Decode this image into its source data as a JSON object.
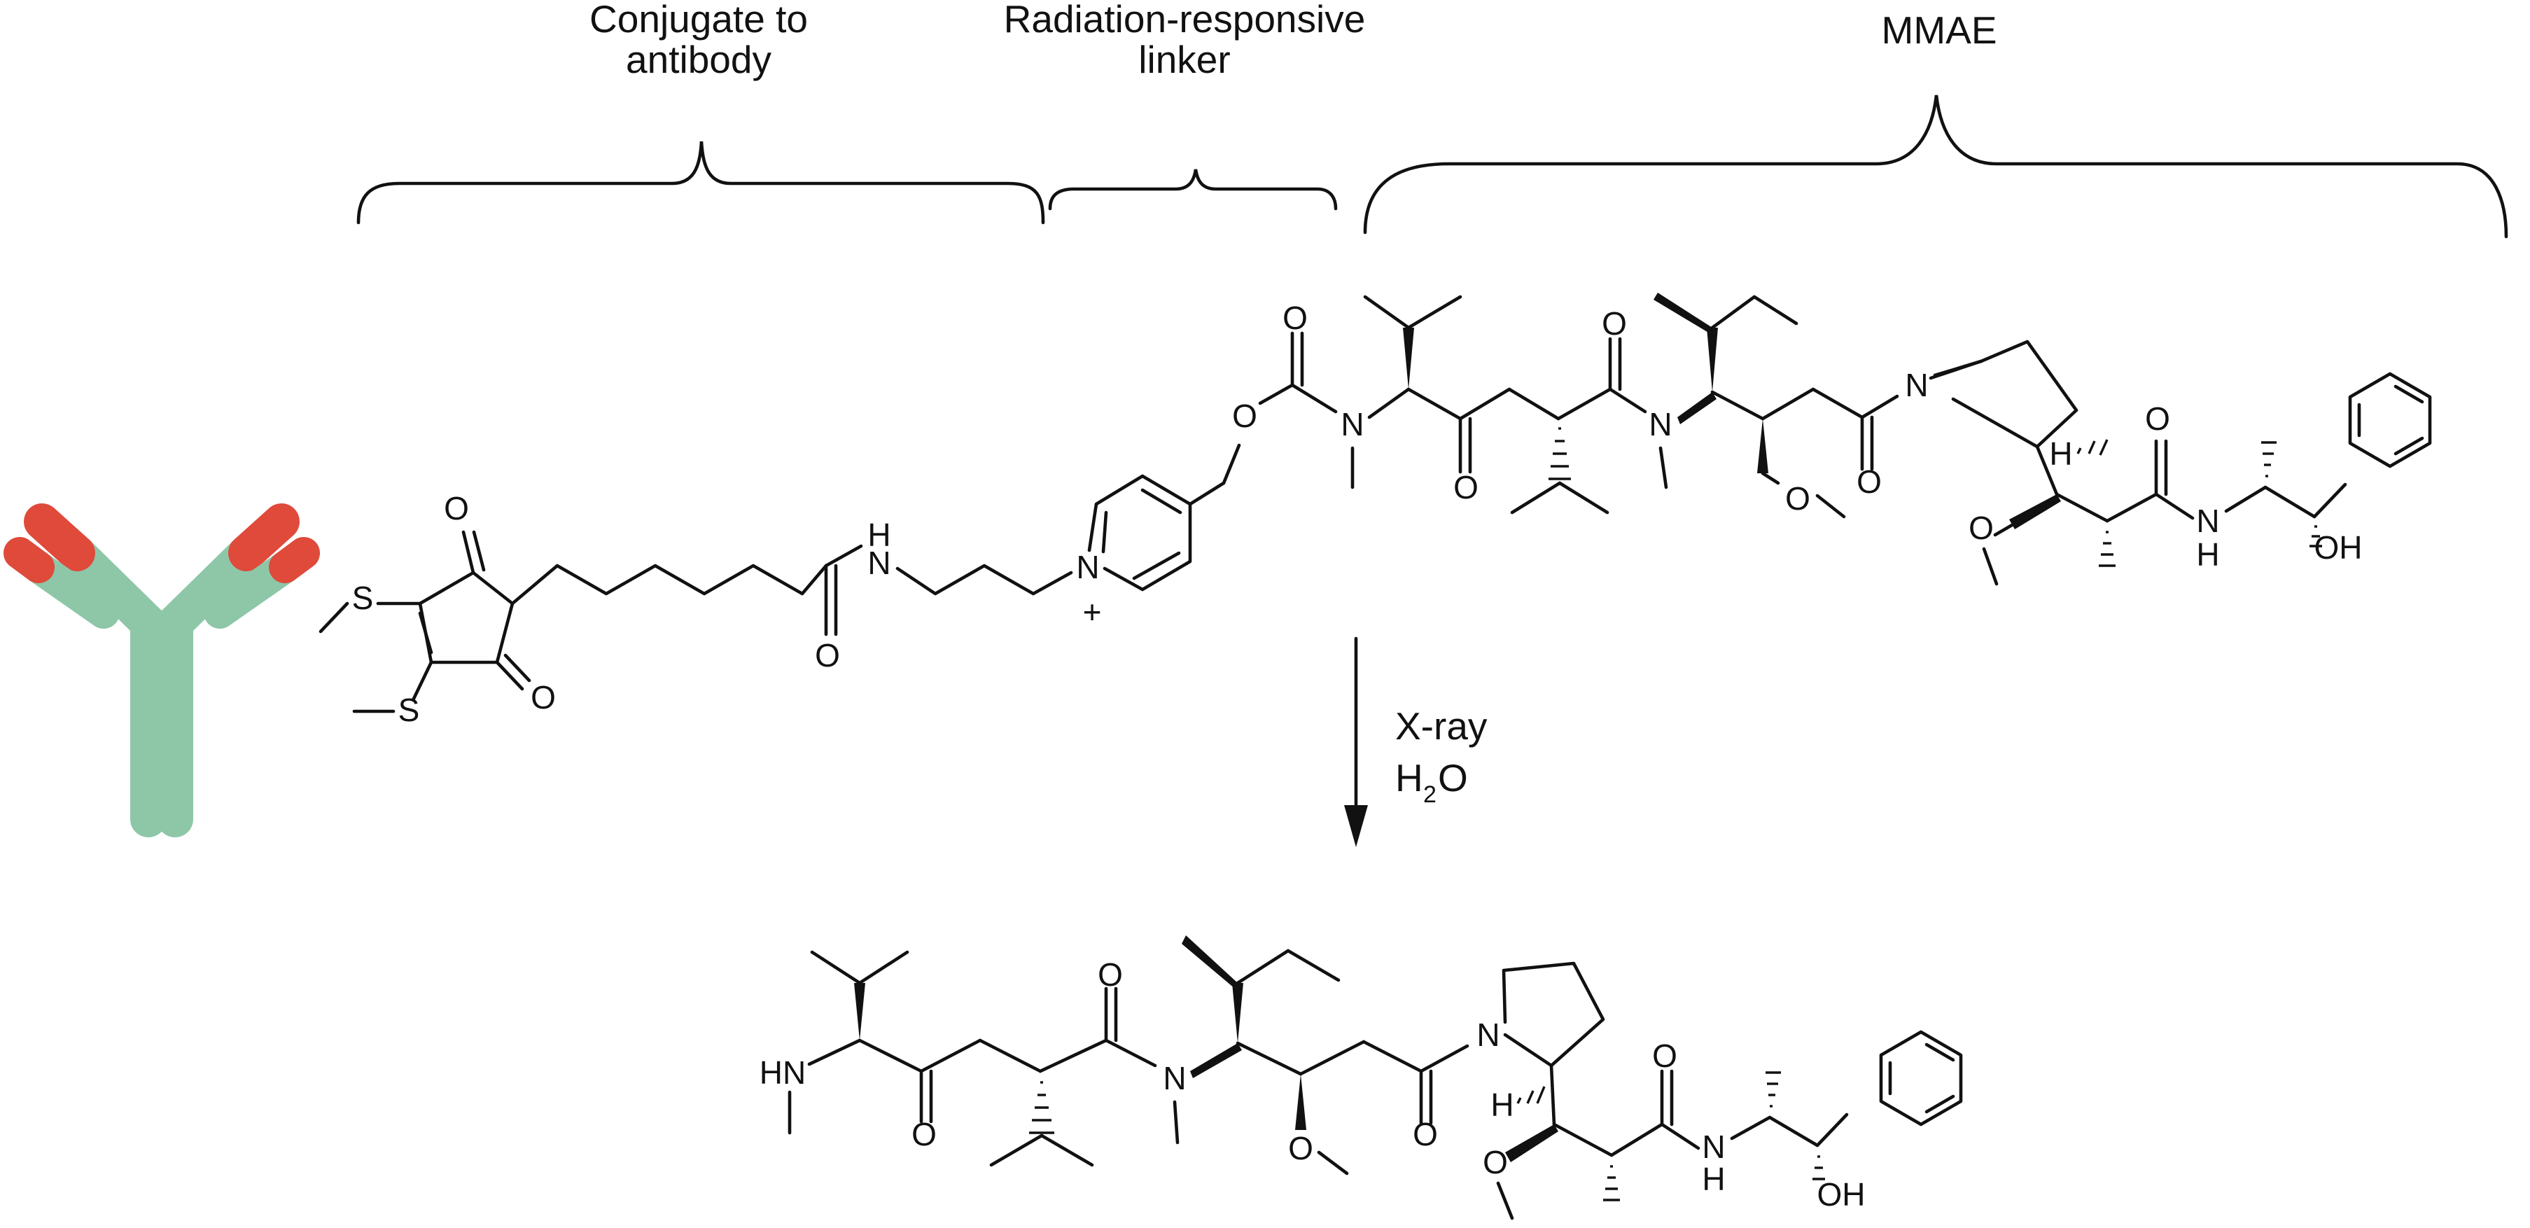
{
  "labels": {
    "conjugate_line1": "Conjugate to",
    "conjugate_line2": "antibody",
    "linker_line1": "Radiation-responsive",
    "linker_line2": "linker",
    "payload": "MMAE"
  },
  "conditions": {
    "line1": "X-ray",
    "h2o_h": "H",
    "h2o_sub": "2",
    "h2o_o": "O"
  },
  "atoms": {
    "o": "O",
    "s": "S",
    "n": "N",
    "nh_h": "H",
    "n_plus": "N",
    "plus": "+",
    "h": "H",
    "oh": "OH",
    "hn": "HN"
  },
  "colors": {
    "antibody_body": "#8dc7a8",
    "antibody_tip": "#df4a3b",
    "ink": "#111111"
  },
  "icons": {
    "antibody": "antibody-icon",
    "reaction_arrow": "down-arrow-icon"
  }
}
